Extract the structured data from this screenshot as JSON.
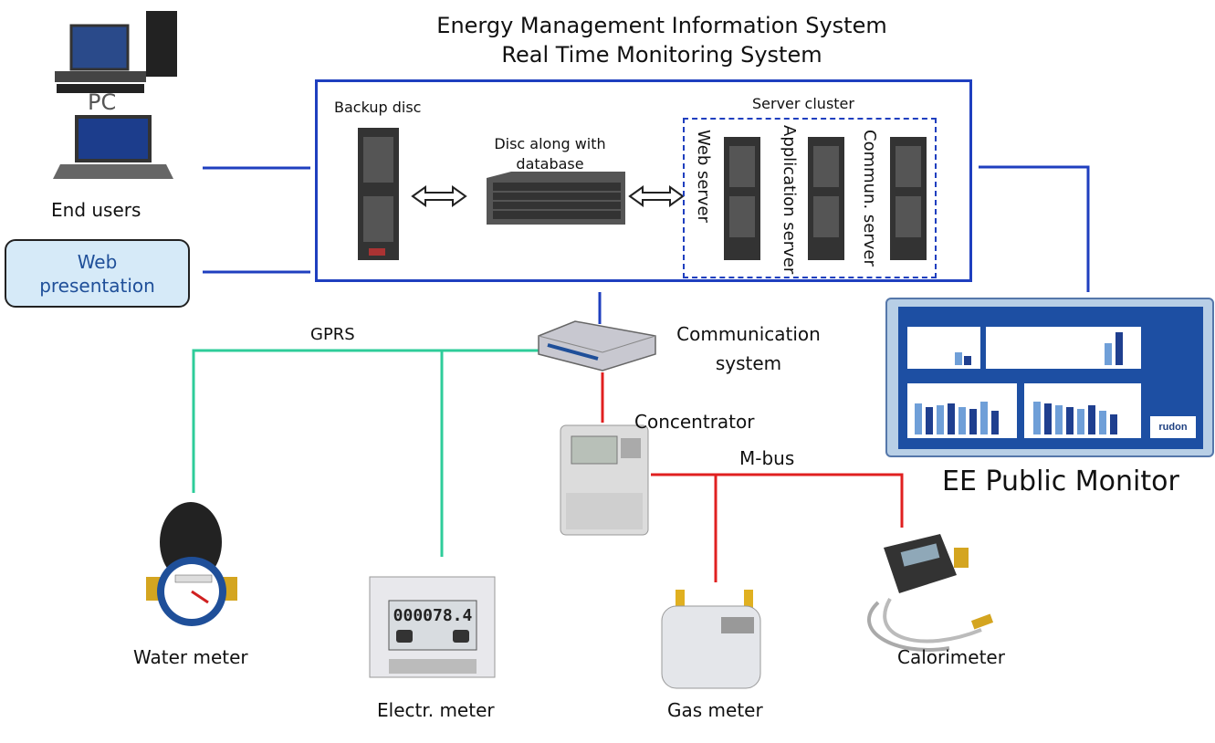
{
  "title": {
    "line1": "Energy Management Information System",
    "line2": "Real Time Monitoring System"
  },
  "labels": {
    "pc": "PC",
    "end_users": "End users",
    "web_presentation_line1": "Web",
    "web_presentation_line2": "presentation",
    "backup_disc": "Backup disc",
    "disc_db_line1": "Disc along with",
    "disc_db_line2": "database",
    "server_cluster": "Server cluster",
    "web_server": "Web server",
    "application_server": "Application server",
    "commun_server": "Commun. server",
    "gprs": "GPRS",
    "communication_line1": "Communication",
    "communication_line2": "system",
    "concentrator": "Concentrator",
    "mbus": "M-bus",
    "ee_public_monitor": "EE Public Monitor",
    "water_meter": "Water meter",
    "electr_meter": "Electr. meter",
    "gas_meter": "Gas meter",
    "calorimeter": "Calorimeter",
    "meter_display": "000078.4",
    "monitor_brand": "rudon"
  },
  "colors": {
    "blue_link": "#1f3fbf",
    "gprs_link": "#2ecc9a",
    "mbus_link": "#e02020"
  }
}
